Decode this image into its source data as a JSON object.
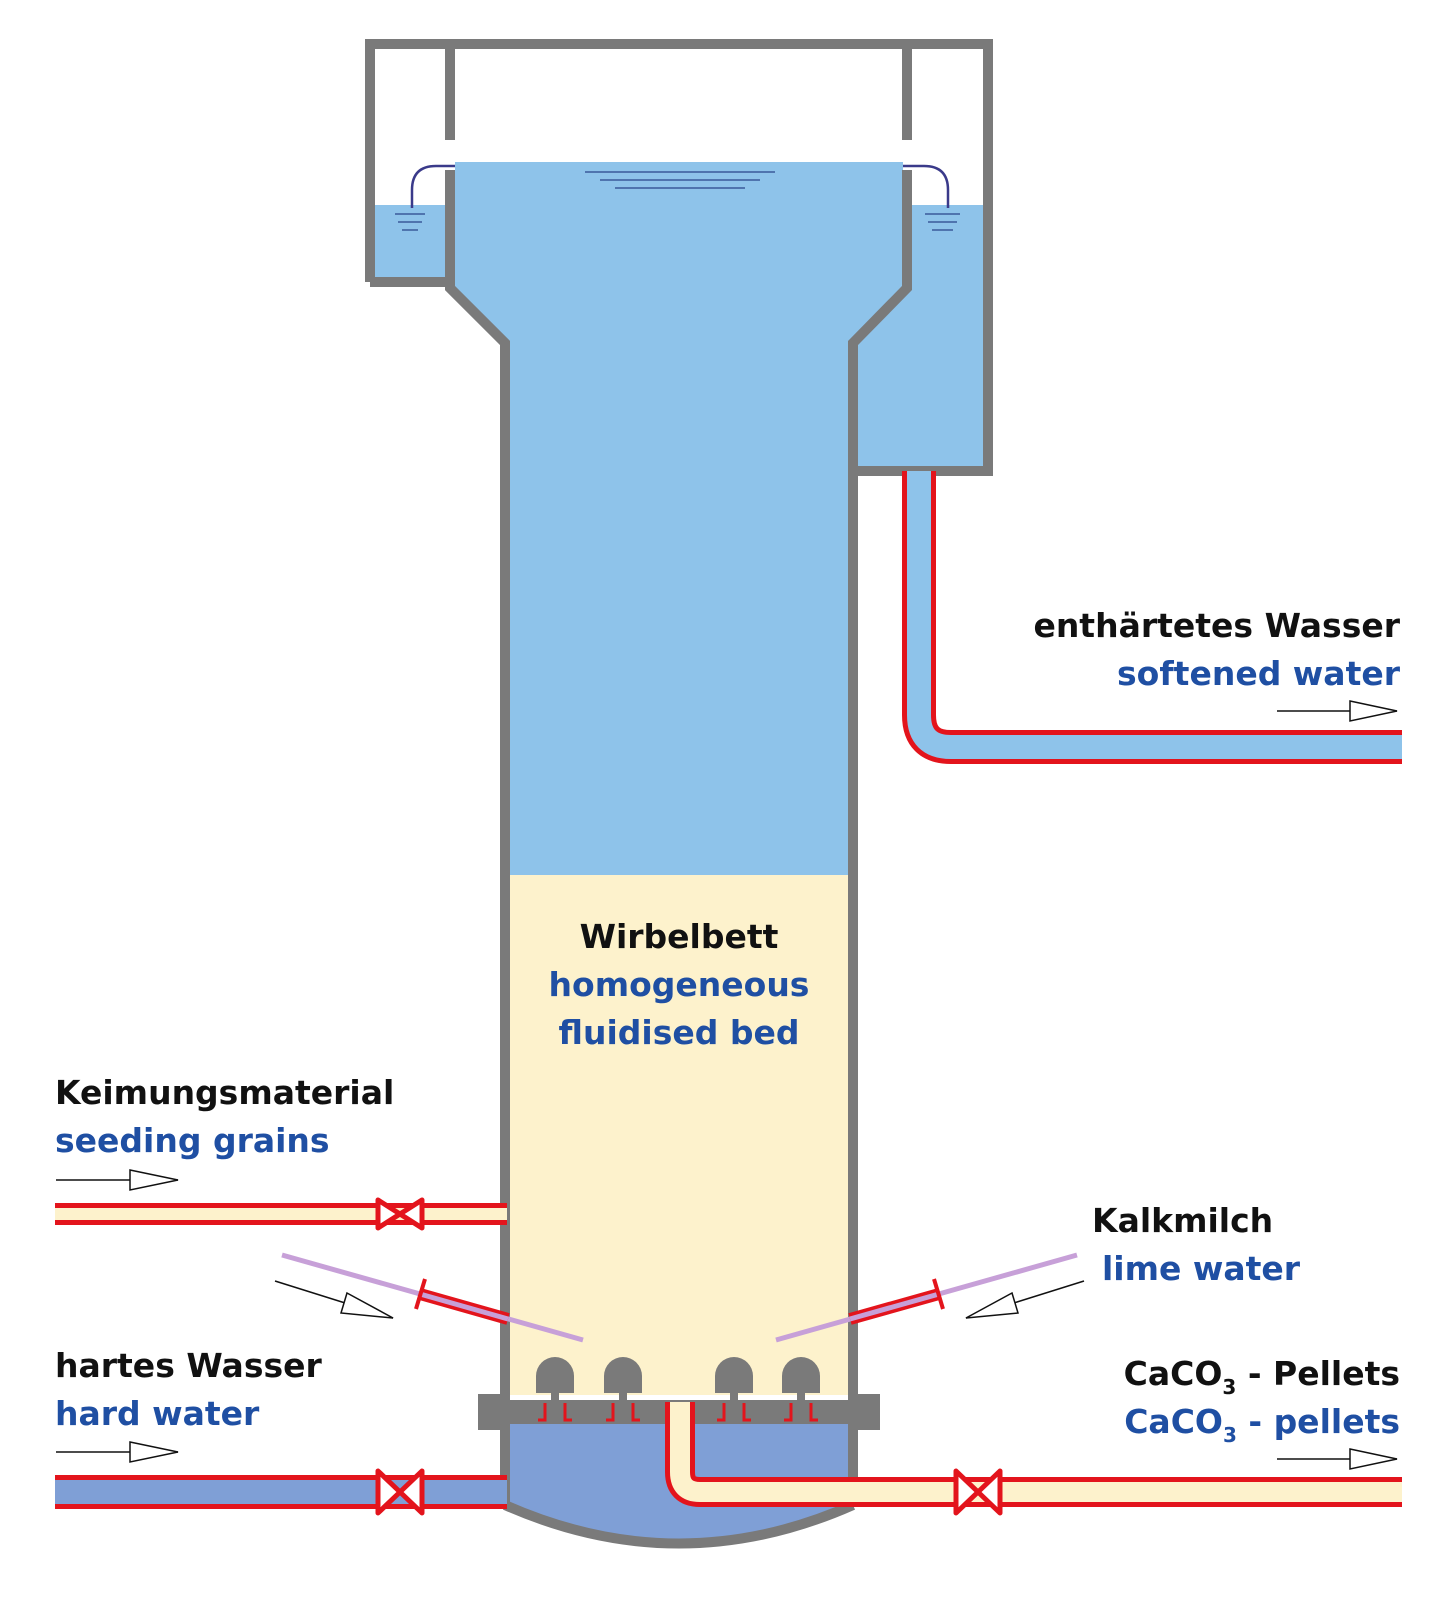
{
  "colors": {
    "wall": "#7a7a7a",
    "water": "#8ec3ea",
    "bed": "#fdf2cc",
    "chamber": "#7f9fd6",
    "pipe_border": "#e3141c",
    "pipe_lime": "#c7a0d8",
    "label_de": "#111111",
    "label_en": "#1f4fa3"
  },
  "labels": {
    "softened": {
      "de": "enthärtetes Wasser",
      "en": "softened water"
    },
    "bed": {
      "de": "Wirbelbett",
      "en_line1": "homogeneous",
      "en_line2": "fluidised bed"
    },
    "seeding": {
      "de": "Keimungsmaterial",
      "en": "seeding grains"
    },
    "lime": {
      "de": "Kalkmilch",
      "en": "lime water"
    },
    "hard": {
      "de": "hartes Wasser",
      "en": "hard water"
    },
    "pellets": {
      "de_a": "CaCO",
      "de_sub": "3",
      "de_b": " - Pellets",
      "en_a": "CaCO",
      "en_sub": "3",
      "en_b": " - pellets"
    }
  },
  "icons": [
    "valve-icon",
    "flow-arrow-icon",
    "nozzle-icon"
  ]
}
